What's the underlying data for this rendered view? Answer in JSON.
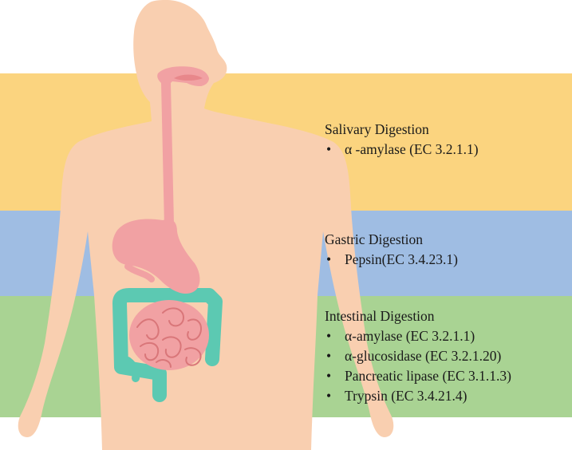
{
  "colors": {
    "skin": "#F9CFB0",
    "digestive_tract": "#F1A1A3",
    "colon": "#5CC9B2",
    "salivary_band": "#FBD47F",
    "gastric_band": "#9FBDE3",
    "intestinal_band": "#A9D393"
  },
  "sections": [
    {
      "key": "salivary",
      "title": "Salivary Digestion",
      "enzymes": [
        "α -amylase (EC 3.2.1.1)"
      ]
    },
    {
      "key": "gastric",
      "title": "Gastric Digestion",
      "enzymes": [
        "Pepsin(EC 3.4.23.1)"
      ]
    },
    {
      "key": "intestinal",
      "title": "Intestinal Digestion",
      "enzymes": [
        "α-amylase (EC 3.2.1.1)",
        "α-glucosidase (EC 3.2.1.20)",
        "Pancreatic lipase (EC 3.1.1.3)",
        "Trypsin (EC 3.4.21.4)"
      ]
    }
  ]
}
